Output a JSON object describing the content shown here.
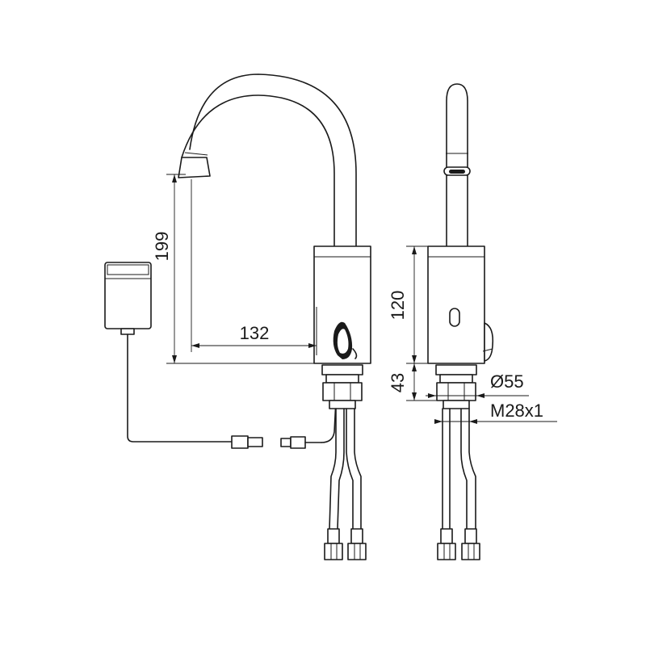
{
  "dimensions": {
    "spout_height": "199",
    "spout_reach": "132",
    "body_height": "120",
    "base_height": "43",
    "base_diameter": "Ø55",
    "thread": "M28x1"
  },
  "colors": {
    "line": "#1a1a1a",
    "background": "#ffffff"
  }
}
